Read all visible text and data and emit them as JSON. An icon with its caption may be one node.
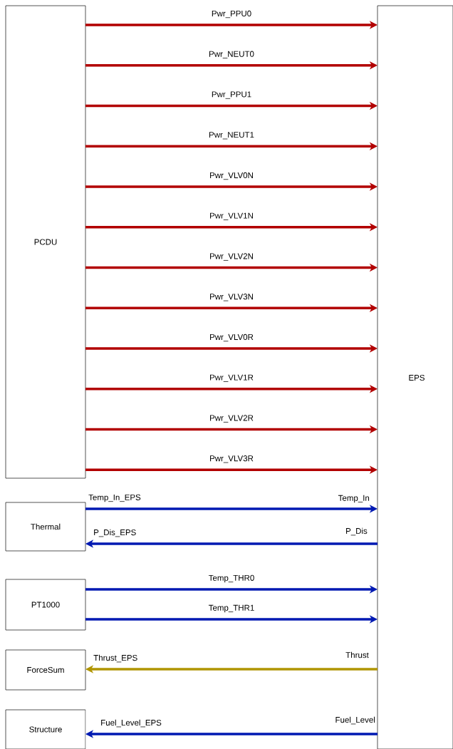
{
  "diagram": {
    "nodes": [
      {
        "text": [
          "PCDU"
        ]
      },
      {
        "text": [
          "EPS"
        ]
      },
      {
        "text": [
          "Thermal"
        ]
      },
      {
        "text": [
          "PT1000"
        ]
      },
      {
        "text": [
          "ForceSum"
        ]
      },
      {
        "text": [
          "Structure"
        ]
      }
    ],
    "edges": [
      {
        "from": 0,
        "to": 1,
        "arrow": "to",
        "label": "Pwr_PPU0"
      },
      {
        "from": 0,
        "to": 1,
        "arrow": "to",
        "label": "Pwr_NEUT0"
      },
      {
        "from": 0,
        "to": 1,
        "arrow": "to",
        "label": "Pwr_PPU1"
      },
      {
        "from": 0,
        "to": 1,
        "arrow": "to",
        "label": "Pwr_NEUT1"
      },
      {
        "from": 0,
        "to": 1,
        "arrow": "to",
        "label": "Pwr_VLV0N"
      },
      {
        "from": 0,
        "to": 1,
        "arrow": "to",
        "label": "Pwr_VLV1N"
      },
      {
        "from": 0,
        "to": 1,
        "arrow": "to",
        "label": "Pwr_VLV2N"
      },
      {
        "from": 0,
        "to": 1,
        "arrow": "to",
        "label": "Pwr_VLV3N"
      },
      {
        "from": 0,
        "to": 1,
        "arrow": "to",
        "label": "Pwr_VLV0R"
      },
      {
        "from": 0,
        "to": 1,
        "arrow": "to",
        "label": "Pwr_VLV1R"
      },
      {
        "from": 0,
        "to": 1,
        "arrow": "to",
        "label": "Pwr_VLV2R"
      },
      {
        "from": 0,
        "to": 1,
        "arrow": "to",
        "label": "Pwr_VLV3R"
      },
      {
        "from": 2,
        "to": 1,
        "arrow": "to",
        "label": "Temp_In_EPS",
        "color": "#0019b2"
      },
      {
        "from": 1,
        "to": 2,
        "arrow": "to",
        "label": "P_Dis_EPS",
        "color": "#0019b2"
      },
      {
        "from": 3,
        "to": 1,
        "arrow": "to",
        "label": "Temp_THR0",
        "color": "#0019b2"
      },
      {
        "from": 3,
        "to": 1,
        "arrow": "to",
        "label": "Temp_THR1",
        "color": "#0019b2"
      },
      {
        "from": 1,
        "to": 4,
        "arrow": "to",
        "label": "Thrust_EPS",
        "color": "#b09500"
      },
      {
        "from": 1,
        "to": 5,
        "arrow": "to",
        "label": "Fuel_Level_EPS",
        "color": "#0019b2"
      }
    ],
    "labels": [
      "Temp_In",
      "P_Dis",
      "Thrust",
      "Fuel_Level"
    ]
  }
}
